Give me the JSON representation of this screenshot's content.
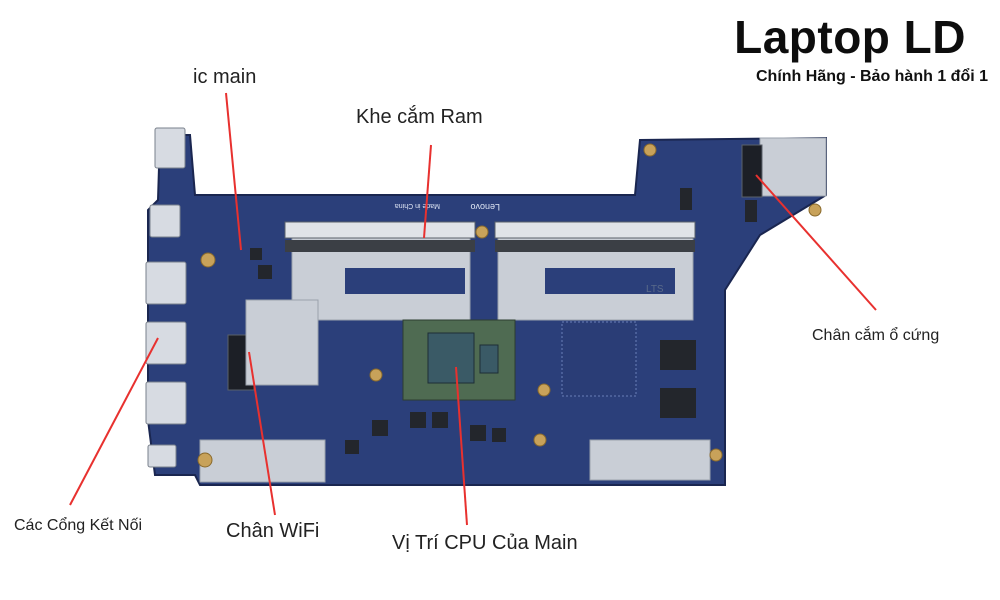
{
  "header": {
    "title": "Laptop LD",
    "subtitle": "Chính Hãng - Bảo hành 1 đổi 1"
  },
  "callouts": {
    "ic_main": "ic main",
    "ram_slot": "Khe cắm Ram",
    "hdd_connector": "Chân cắm ổ cứng",
    "ports": "Các Cổng Kết Nối",
    "wifi": "Chân WiFi",
    "cpu": "Vị Trí CPU Của Main"
  },
  "board_marks": {
    "brand": "Lenovo",
    "made_in": "Made in China",
    "lts": "LTS"
  },
  "colors": {
    "pcb": "#2b3f7a",
    "pcb_dark": "#1f2f63",
    "shield": "#c9ced6",
    "pointer": "#e8312f",
    "cpu_die": "#3a5a66"
  }
}
